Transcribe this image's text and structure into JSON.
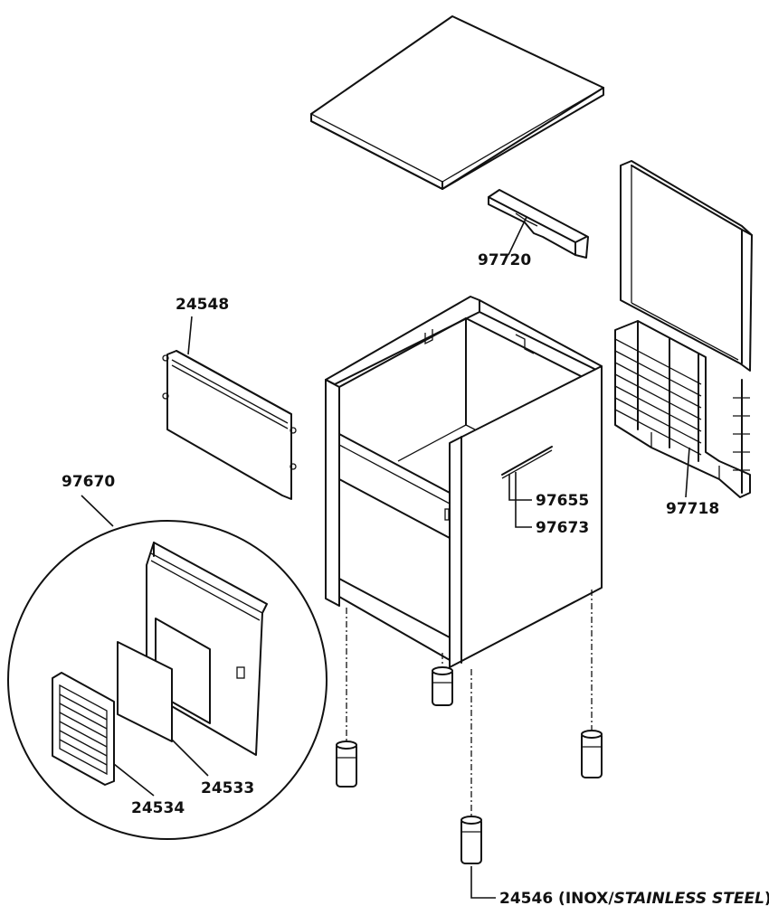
{
  "labels": {
    "p97720": "97720",
    "p24548": "24548",
    "p97670": "97670",
    "p97655": "97655",
    "p97673": "97673",
    "p97718": "97718",
    "p24533": "24533",
    "p24534": "24534",
    "p24546_code": "24546 (INOX/",
    "p24546_italic": "STAINLESS STEEL",
    "p24546_close": ")"
  }
}
